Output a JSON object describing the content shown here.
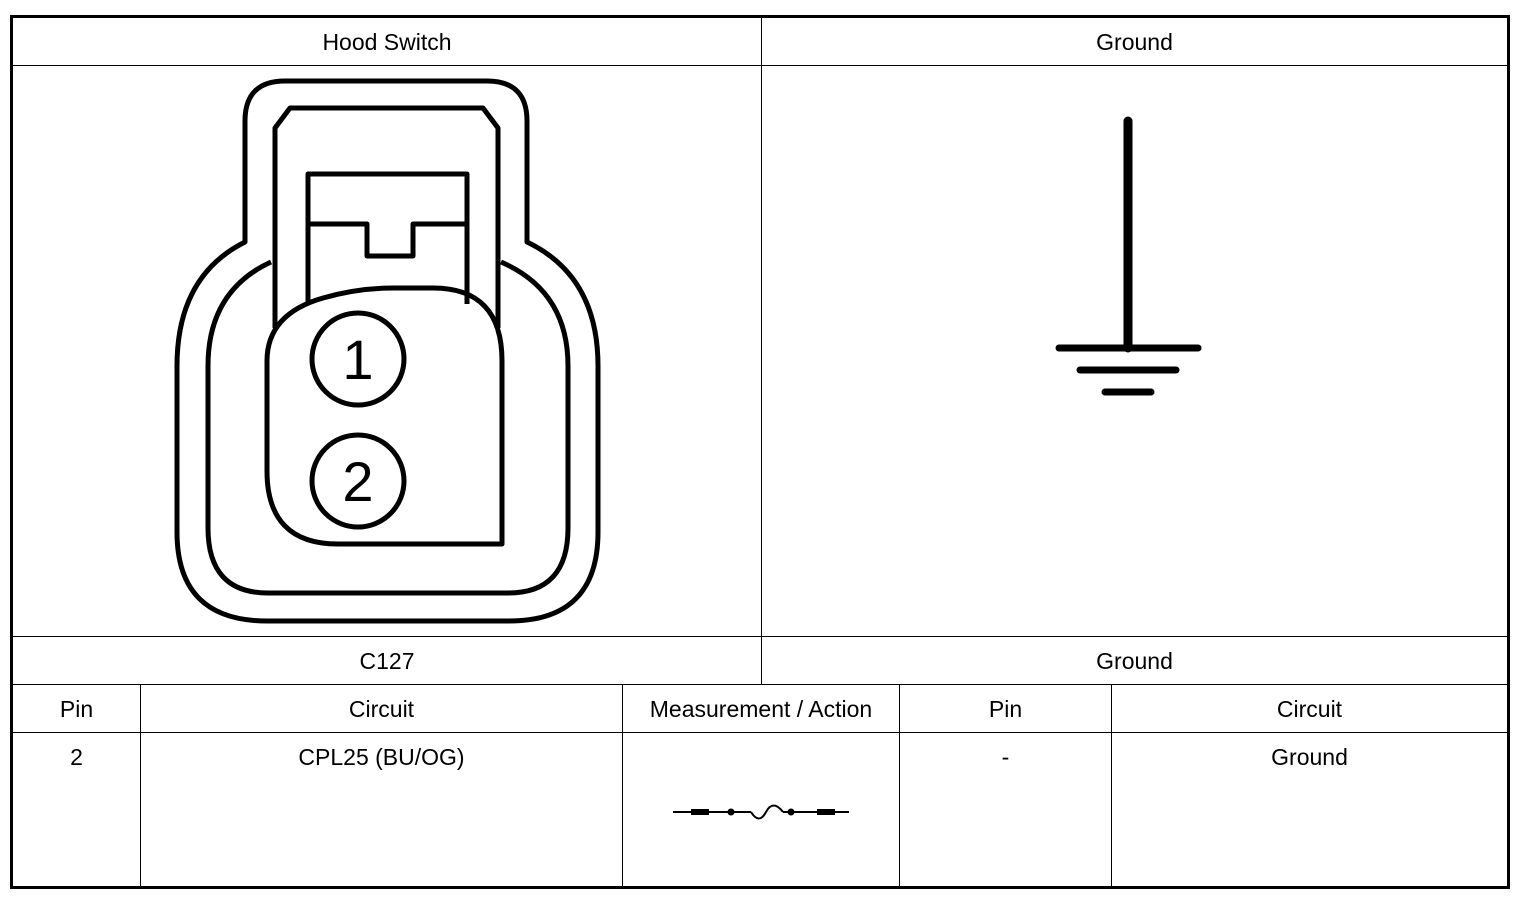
{
  "left_panel": {
    "title": "Hood Switch",
    "connector_id": "C127",
    "pin_labels": [
      "1",
      "2"
    ]
  },
  "right_panel": {
    "title": "Ground",
    "connector_id": "Ground"
  },
  "table": {
    "headers": {
      "pin_a": "Pin",
      "circuit_a": "Circuit",
      "measurement": "Measurement / Action",
      "pin_b": "Pin",
      "circuit_b": "Circuit"
    },
    "row": {
      "pin_a": "2",
      "circuit_a": "CPL25 (BU/OG)",
      "measurement_icon": "continuity-wire-icon",
      "pin_b": "-",
      "circuit_b": "Ground"
    }
  },
  "icons": {
    "connector": "connector-face-icon",
    "ground": "ground-symbol-icon"
  }
}
